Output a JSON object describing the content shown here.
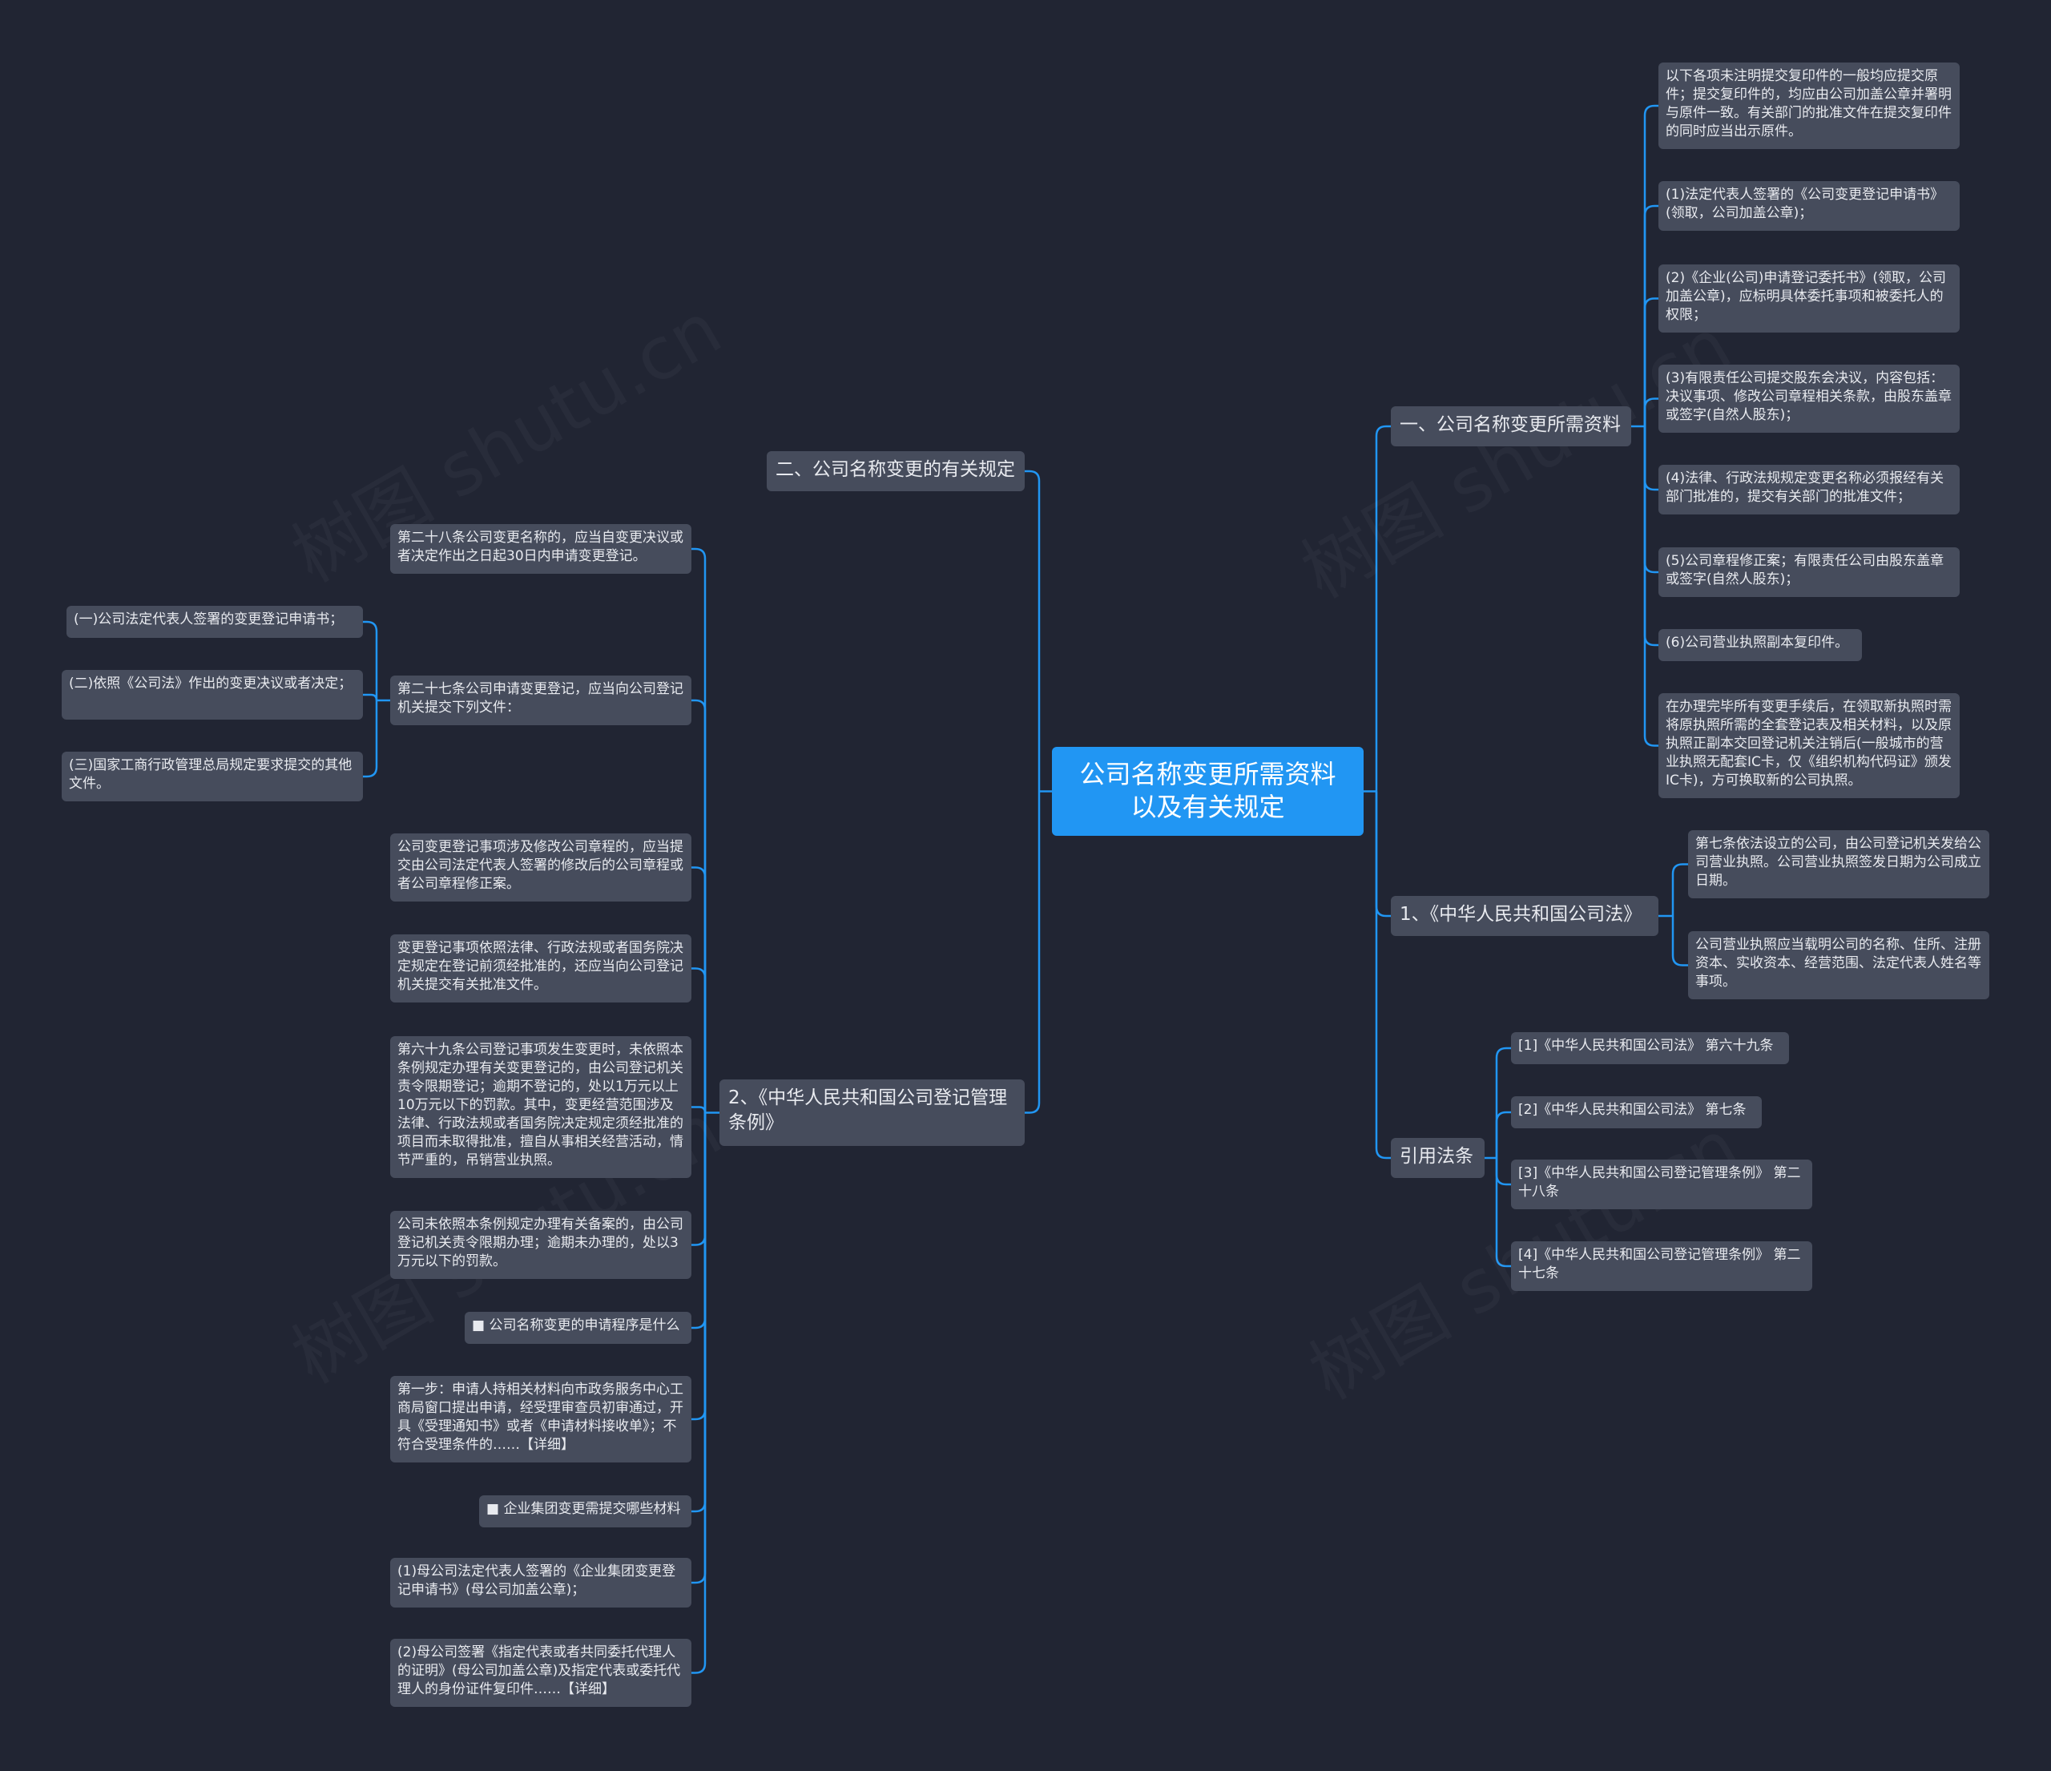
{
  "colors": {
    "background": "#212533",
    "root": "#2196f3",
    "node": "#464c5c",
    "connector": "#2196f3",
    "text": "#e8eaef"
  },
  "watermark": "树图 shutu.cn",
  "root": {
    "text": "公司名称变更所需资料以及有关规定"
  },
  "branches": {
    "materials": {
      "label": "一、公司名称变更所需资料"
    },
    "company_law": {
      "label": "1、《中华人民共和国公司法》"
    },
    "citations": {
      "label": "引用法条"
    },
    "regulations": {
      "label": "二、公司名称变更的有关规定"
    },
    "registration_rules": {
      "label": "2、《中华人民共和国公司登记管理条例》"
    }
  },
  "materials_items": [
    "以下各项未注明提交复印件的一般均应提交原件；提交复印件的，均应由公司加盖公章并署明与原件一致。有关部门的批准文件在提交复印件的同时应当出示原件。",
    "(1)法定代表人签署的《公司变更登记申请书》(领取，公司加盖公章)；",
    "(2)《企业(公司)申请登记委托书》(领取，公司加盖公章)，应标明具体委托事项和被委托人的权限；",
    "(3)有限责任公司提交股东会决议，内容包括：决议事项、修改公司章程相关条款，由股东盖章或签字(自然人股东)；",
    "(4)法律、行政法规规定变更名称必须报经有关部门批准的，提交有关部门的批准文件；",
    "(5)公司章程修正案；有限责任公司由股东盖章或签字(自然人股东)；",
    "(6)公司营业执照副本复印件。",
    "在办理完毕所有变更手续后，在领取新执照时需将原执照所需的全套登记表及相关材料，以及原执照正副本交回登记机关注销后(一般城市的营业执照无配套IC卡，仅《组织机构代码证》颁发IC卡)，方可换取新的公司执照。"
  ],
  "company_law_items": [
    "第七条依法设立的公司，由公司登记机关发给公司营业执照。公司营业执照签发日期为公司成立日期。",
    "公司营业执照应当载明公司的名称、住所、注册资本、实收资本、经营范围、法定代表人姓名等事项。"
  ],
  "citation_items": [
    "[1]《中华人民共和国公司法》 第六十九条",
    "[2]《中华人民共和国公司法》 第七条",
    "[3]《中华人民共和国公司登记管理条例》 第二十八条",
    "[4]《中华人民共和国公司登记管理条例》 第二十七条"
  ],
  "regulation_items": [
    "第二十八条公司变更名称的，应当自变更决议或者决定作出之日起30日内申请变更登记。",
    "第二十七条公司申请变更登记，应当向公司登记机关提交下列文件：",
    "公司变更登记事项涉及修改公司章程的，应当提交由公司法定代表人签署的修改后的公司章程或者公司章程修正案。",
    "变更登记事项依照法律、行政法规或者国务院决定规定在登记前须经批准的，还应当向公司登记机关提交有关批准文件。",
    "第六十九条公司登记事项发生变更时，未依照本条例规定办理有关变更登记的，由公司登记机关责令限期登记；逾期不登记的，处以1万元以上10万元以下的罚款。其中，变更经营范围涉及法律、行政法规或者国务院决定规定须经批准的项目而未取得批准，擅自从事相关经营活动，情节严重的，吊销营业执照。",
    "公司未依照本条例规定办理有关备案的，由公司登记机关责令限期办理；逾期未办理的，处以3万元以下的罚款。",
    "■ 公司名称变更的申请程序是什么",
    "第一步：申请人持相关材料向市政务服务中心工商局窗口提出申请，经受理审查员初审通过，开具《受理通知书》或者《申请材料接收单》；不符合受理条件的……【详细】",
    "■ 企业集团变更需提交哪些材料",
    "(1)母公司法定代表人签署的《企业集团变更登记申请书》(母公司加盖公章)；",
    "(2)母公司签署《指定代表或者共同委托代理人的证明》(母公司加盖公章)及指定代表或委托代理人的身份证件复印件……【详细】"
  ],
  "article27_items": [
    "(一)公司法定代表人签署的变更登记申请书；",
    "(二)依照《公司法》作出的变更决议或者决定；",
    "(三)国家工商行政管理总局规定要求提交的其他文件。"
  ]
}
